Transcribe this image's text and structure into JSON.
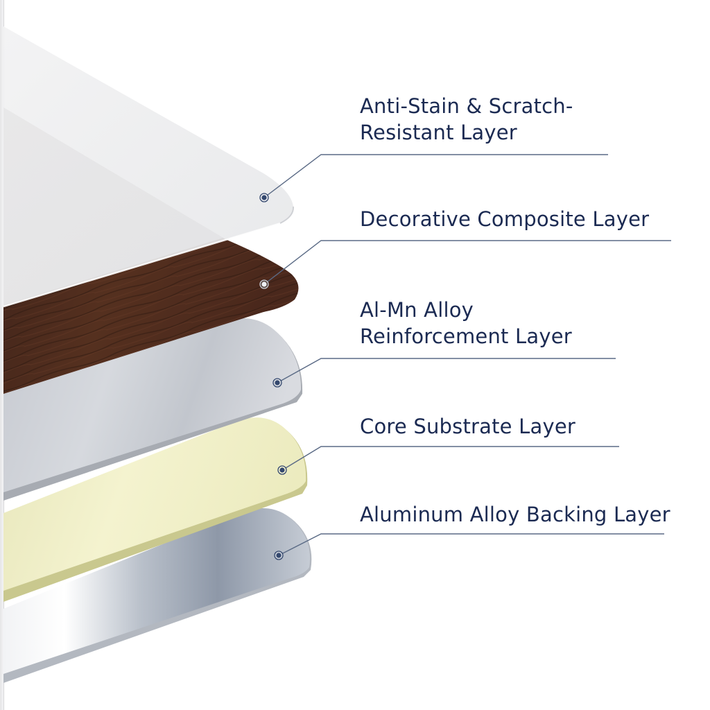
{
  "diagram": {
    "type": "exploded-layer-diagram",
    "colors": {
      "label_text": "#1b2a52",
      "leader_line": "#5a6a85",
      "marker": "#34486e"
    },
    "layers": [
      {
        "id": "layer-1",
        "label_line1": "Anti-Stain & Scratch-",
        "label_line2": "Resistant Layer",
        "material_color": "#eeeff0"
      },
      {
        "id": "layer-2",
        "label_line1": "Decorative Composite Layer",
        "label_line2": "",
        "material_color": "#4a2a1e"
      },
      {
        "id": "layer-3",
        "label_line1": "Al-Mn Alloy",
        "label_line2": "Reinforcement Layer",
        "material_color": "#c9ccd2"
      },
      {
        "id": "layer-4",
        "label_line1": "Core Substrate Layer",
        "label_line2": "",
        "material_color": "#eeeec6"
      },
      {
        "id": "layer-5",
        "label_line1": "Aluminum Alloy Backing Layer",
        "label_line2": "",
        "material_color": "#c4cad4"
      }
    ]
  }
}
